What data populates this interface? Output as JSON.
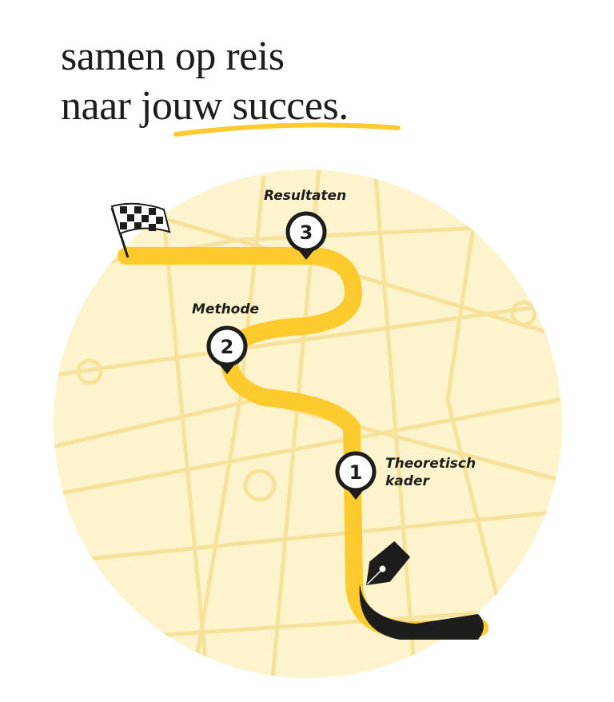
{
  "headline": {
    "line1": "samen op reis",
    "line2": "naar jouw succes."
  },
  "milestones": [
    {
      "number": "1",
      "label_line1": "Theoretisch",
      "label_line2": "kader"
    },
    {
      "number": "2",
      "label_line1": "Methode"
    },
    {
      "number": "3",
      "label_line1": "Resultaten"
    }
  ],
  "colors": {
    "accent": "#fecb2f",
    "map_bg": "#fdf3cc",
    "roads": "#f7e29c",
    "ink": "#1d1d1b"
  }
}
